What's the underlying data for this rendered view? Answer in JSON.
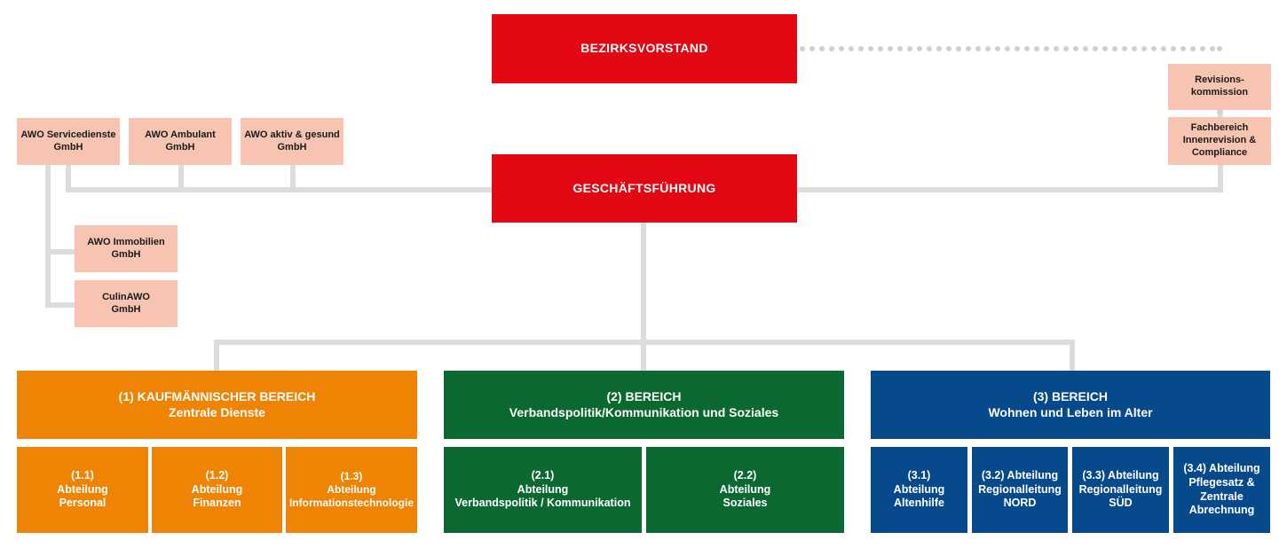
{
  "board": {
    "label": "BEZIRKSVORSTAND"
  },
  "management": {
    "label": "GESCHÄFTSFÜHRUNG"
  },
  "audit": {
    "revision_commission": [
      "Revisions-",
      "kommission"
    ],
    "internal_audit": [
      "Fachbereich",
      "Innenrevision &",
      "Compliance"
    ]
  },
  "subsidiaries": {
    "servicedienste": [
      "AWO Servicedienste",
      "GmbH"
    ],
    "ambulant": [
      "AWO Ambulant",
      "GmbH"
    ],
    "aktiv": [
      "AWO aktiv & gesund",
      "GmbH"
    ],
    "immobilien": [
      "AWO Immobilien",
      "GmbH"
    ],
    "culinawo": [
      "CulinAWO",
      "GmbH"
    ]
  },
  "areas": [
    {
      "line1": "(1) KAUFMÄNNISCHER BEREICH",
      "line2": "Zentrale Dienste",
      "color": "#ef8304",
      "departments": [
        [
          "(1.1)",
          "Abteilung",
          "Personal"
        ],
        [
          "(1.2)",
          "Abteilung",
          "Finanzen"
        ],
        [
          "(1.3)",
          "Abteilung",
          "Informationstechnologie"
        ]
      ]
    },
    {
      "line1": "(2) BEREICH",
      "line2": "Verbandspolitik/Kommunikation und Soziales",
      "color": "#0b6830",
      "departments": [
        [
          "(2.1)",
          "Abteilung",
          "Verbandspolitik / Kommunikation"
        ],
        [
          "(2.2)",
          "Abteilung",
          "Soziales"
        ]
      ]
    },
    {
      "line1": "(3) BEREICH",
      "line2": "Wohnen und Leben im Alter",
      "color": "#074a8c",
      "departments": [
        [
          "(3.1)",
          "Abteilung",
          "Altenhilfe"
        ],
        [
          "(3.2) Abteilung",
          "Regionalleitung",
          "NORD"
        ],
        [
          "(3.3) Abteilung",
          "Regionalleitung",
          "SÜD"
        ],
        [
          "(3.4) Abteilung",
          "Pflegesatz &",
          "Zentrale",
          "Abrechnung"
        ]
      ]
    }
  ],
  "colors": {
    "red": "#e30613",
    "peach": "#f6c4b0",
    "connector": "#dcdcdc"
  }
}
